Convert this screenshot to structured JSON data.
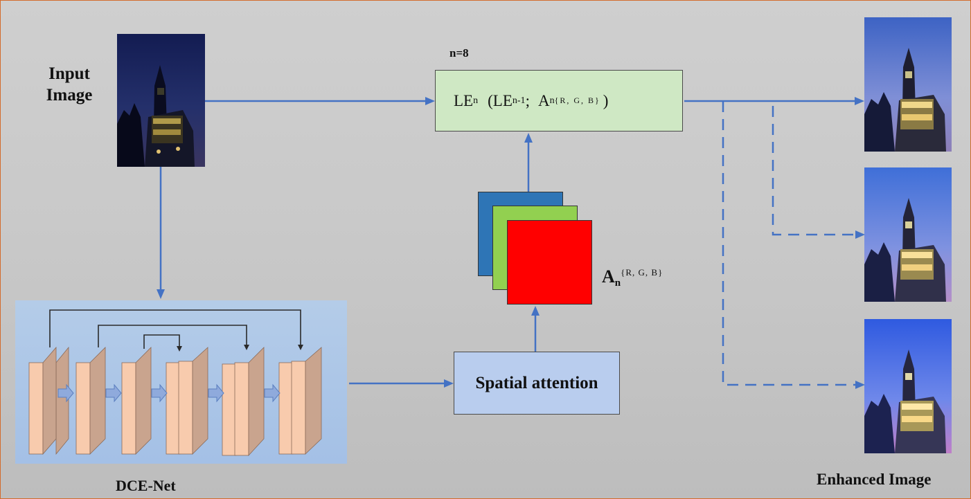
{
  "labels": {
    "input_image": "Input Image",
    "n_iterations": "n=8",
    "dce_net": "DCE-Net",
    "enhanced_image": "Enhanced Image",
    "spatial_attention": "Spatial attention"
  },
  "le_formula": {
    "le": "LE",
    "sub_n": "n",
    "open_paren": "(",
    "le_prev": "LE",
    "sub_prev": "n-1",
    "semicolon": ";",
    "a": "A",
    "sub_a": "n",
    "channels": "{R, G, B}",
    "close_paren": ")"
  },
  "attention_map_label": {
    "a": "A",
    "sub": "n",
    "channels": "{R, G, B}"
  },
  "colors": {
    "arrow": "#4472c4",
    "le_box": "#cfe8c4",
    "spatial_box": "#b9cdee",
    "map_blue": "#2e75b6",
    "map_green": "#92d050",
    "map_red": "#ff0000",
    "layer_front": "#f8cbad",
    "layer_side": "#c9a48e",
    "frame_border": "#d36b2c"
  }
}
